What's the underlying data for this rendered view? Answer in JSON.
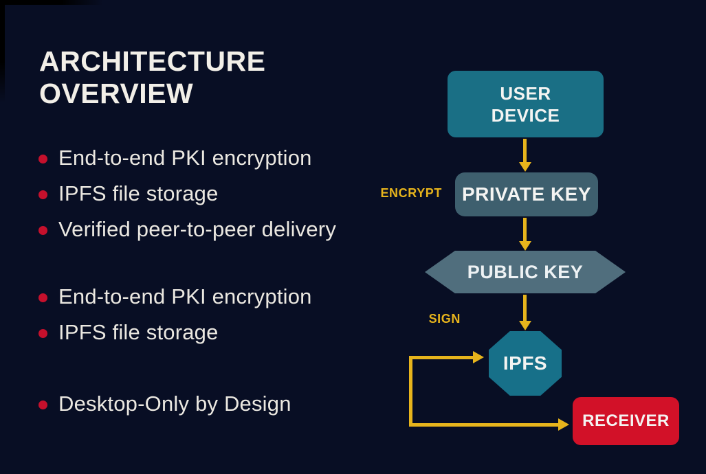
{
  "slide": {
    "title_line1": "ARCHITECTURE",
    "title_line2": "OVERVIEW",
    "bullet_groups": [
      {
        "items": [
          "End-to-end PKI encryption",
          "IPFS file storage",
          "Verified peer-to-peer delivery"
        ]
      },
      {
        "items": [
          "End-to-end PKI encryption",
          "IPFS file storage"
        ]
      },
      {
        "items": [
          "Desktop-Only by Design"
        ]
      }
    ]
  },
  "diagram": {
    "user_device": {
      "line1": "USER",
      "line2": "DEVICE"
    },
    "private_key_label": "PRIVATE KEY",
    "public_key_label": "PUBLIC KEY",
    "ipfs_label": "IPFS",
    "receiver_label": "RECEIVER",
    "encrypt_label": "ENCRYPT",
    "sign_label": "SIGN"
  },
  "colors": {
    "background": "#080e24",
    "text": "#ebe8e1",
    "bullet_red": "#c5102c",
    "teal_box": "#1a6f85",
    "slate_box": "#3e5f6e",
    "hexagon_slate": "#506e7d",
    "ipfs_teal": "#177089",
    "receiver_red": "#d21128",
    "arrow_yellow": "#e7b41c"
  }
}
